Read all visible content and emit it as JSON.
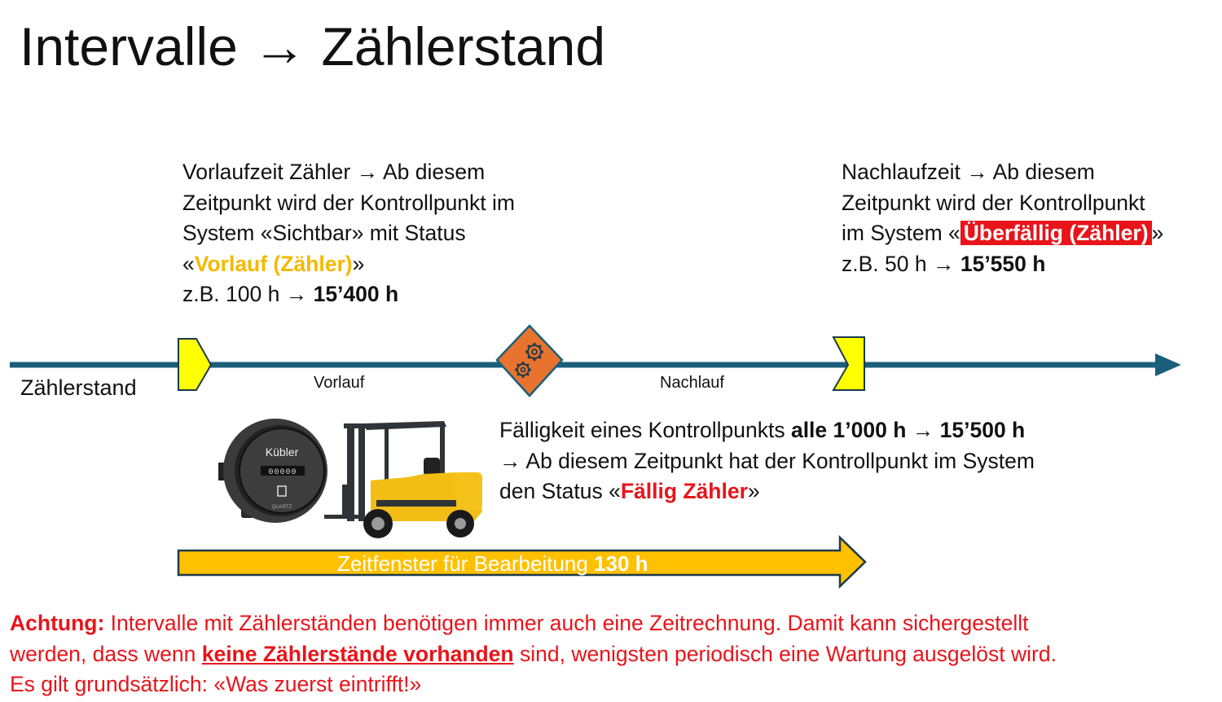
{
  "title": {
    "left": "Intervalle",
    "arrow": "→",
    "right": "Zählerstand"
  },
  "vorlauf_block": {
    "line1_text": "Vorlaufzeit Zähler",
    "line1_after": "Ab diesem",
    "line2": "Zeitpunkt wird der Kontrollpunkt im",
    "line3": "System «Sichtbar» mit Status",
    "line4_open": "«",
    "line4_status": "Vorlauf  (Zähler)",
    "line4_close": "»",
    "line5_prefix": "z.B. 100 h",
    "line5_value": "15’400 h"
  },
  "nachlauf_block": {
    "line1_text": "Nachlaufzeit",
    "line1_after": "Ab diesem",
    "line2": "Zeitpunkt wird der Kontrollpunkt",
    "line3_prefix": "im System «",
    "line3_status": "Überfällig (Zähler)",
    "line3_close": "»",
    "line4_prefix": "z.B. 50 h",
    "line4_value": "15’550 h"
  },
  "faellig_block": {
    "line1_prefix": "Fälligkeit eines Kontrollpunkts",
    "line1_bold": "alle 1’000 h",
    "line1_value": "15’500 h",
    "line2": "Ab diesem Zeitpunkt hat der Kontrollpunkt im System",
    "line3_prefix": "den Status «",
    "line3_status": "Fällig Zähler",
    "line3_close": "»"
  },
  "timeline": {
    "axis_label": "Zählerstand",
    "vorlauf_label": "Vorlauf",
    "nachlauf_label": "Nachlauf"
  },
  "images": {
    "counter_brand": "Kübler",
    "counter_digits": "00000",
    "counter_sub": "QUARTZ"
  },
  "window": {
    "label": "Zeitfenster für Bearbeitung",
    "value": "130 h"
  },
  "warning": {
    "label": "Achtung:",
    "line1_rest": "Intervalle mit Zählerständen benötigen immer auch eine Zeitrechnung. Damit kann sichergestellt",
    "line2_prefix": "werden, dass wenn",
    "line2_underline": "keine Zählerstände vorhanden",
    "line2_rest": "sind, wenigsten periodisch eine Wartung ausgelöst wird.",
    "line3": "Es gilt grundsätzlich: «Was zuerst eintrifft!»"
  },
  "colors": {
    "timeline": "#1b5e7c",
    "marker_yellow": "#ffff00",
    "gear_orange": "#e8732e",
    "window_arrow": "#ffc000",
    "accent_red": "#e8141a",
    "accent_orange": "#f5b800"
  },
  "icons": {
    "arrow": "right-arrow-icon",
    "gear": "gear-icon",
    "counter": "hour-counter-image",
    "forklift": "forklift-image"
  }
}
